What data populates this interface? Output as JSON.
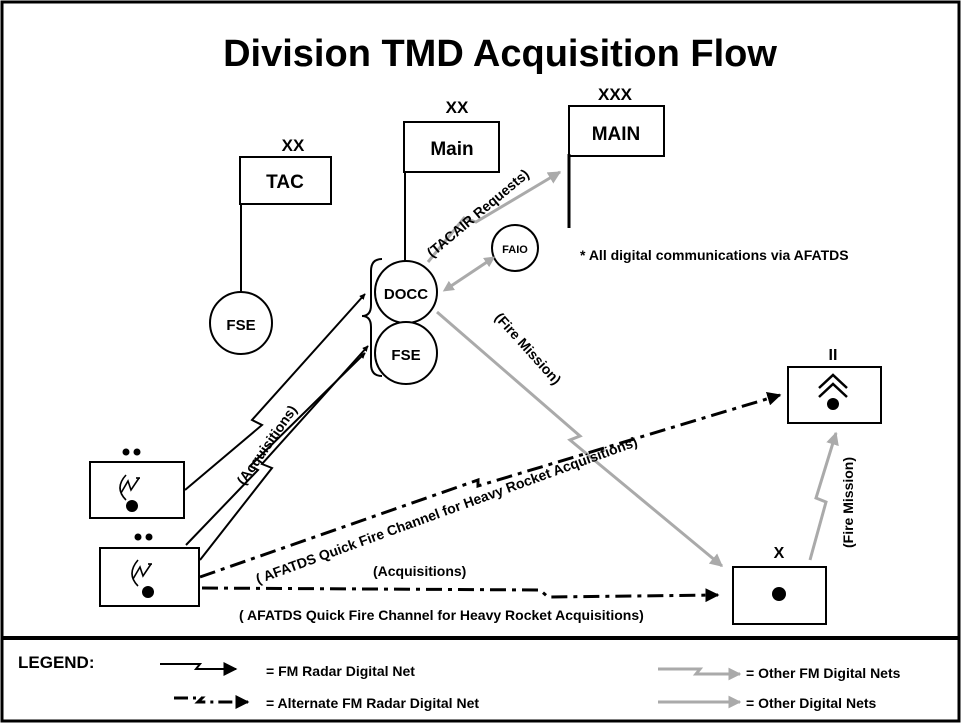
{
  "title": "Division TMD Acquisition Flow",
  "nodes": {
    "tac": {
      "echelon": "XX",
      "label": "TAC"
    },
    "main": {
      "echelon": "XX",
      "label": "Main"
    },
    "corps_main": {
      "echelon": "XXX",
      "label": "MAIN"
    },
    "fse_tac": {
      "label": "FSE"
    },
    "docc": {
      "label": "DOCC"
    },
    "fse_main": {
      "label": "FSE"
    },
    "faio": {
      "label": "FAIO"
    },
    "battalion": {
      "echelon": "II"
    },
    "brigade": {
      "echelon": "X"
    }
  },
  "note": "* All digital communications via AFATDS",
  "flow_labels": {
    "tacair": "(TACAIR Requests)",
    "fire_mission_1": "(Fire Mission)",
    "fire_mission_2": "(Fire Mission)",
    "acquisitions_1": "(Acquisitions)",
    "acquisitions_2": "(Acquisitions)",
    "quick_fire_1": "( AFATDS Quick Fire Channel for Heavy Rocket Acquisitions)",
    "quick_fire_2": "( AFATDS Quick Fire Channel for Heavy Rocket Acquisitions)"
  },
  "legend": {
    "title": "LEGEND:",
    "items": [
      {
        "label": "= FM Radar Digital Net",
        "style": "solid-black-fm"
      },
      {
        "label": "= Alternate FM Radar Digital Net",
        "style": "dashdot-black-fm"
      },
      {
        "label": "= Other FM Digital Nets",
        "style": "solid-gray-fm"
      },
      {
        "label": "= Other Digital Nets",
        "style": "solid-gray"
      }
    ]
  },
  "colors": {
    "black": "#000000",
    "gray": "#aaaaaa"
  }
}
